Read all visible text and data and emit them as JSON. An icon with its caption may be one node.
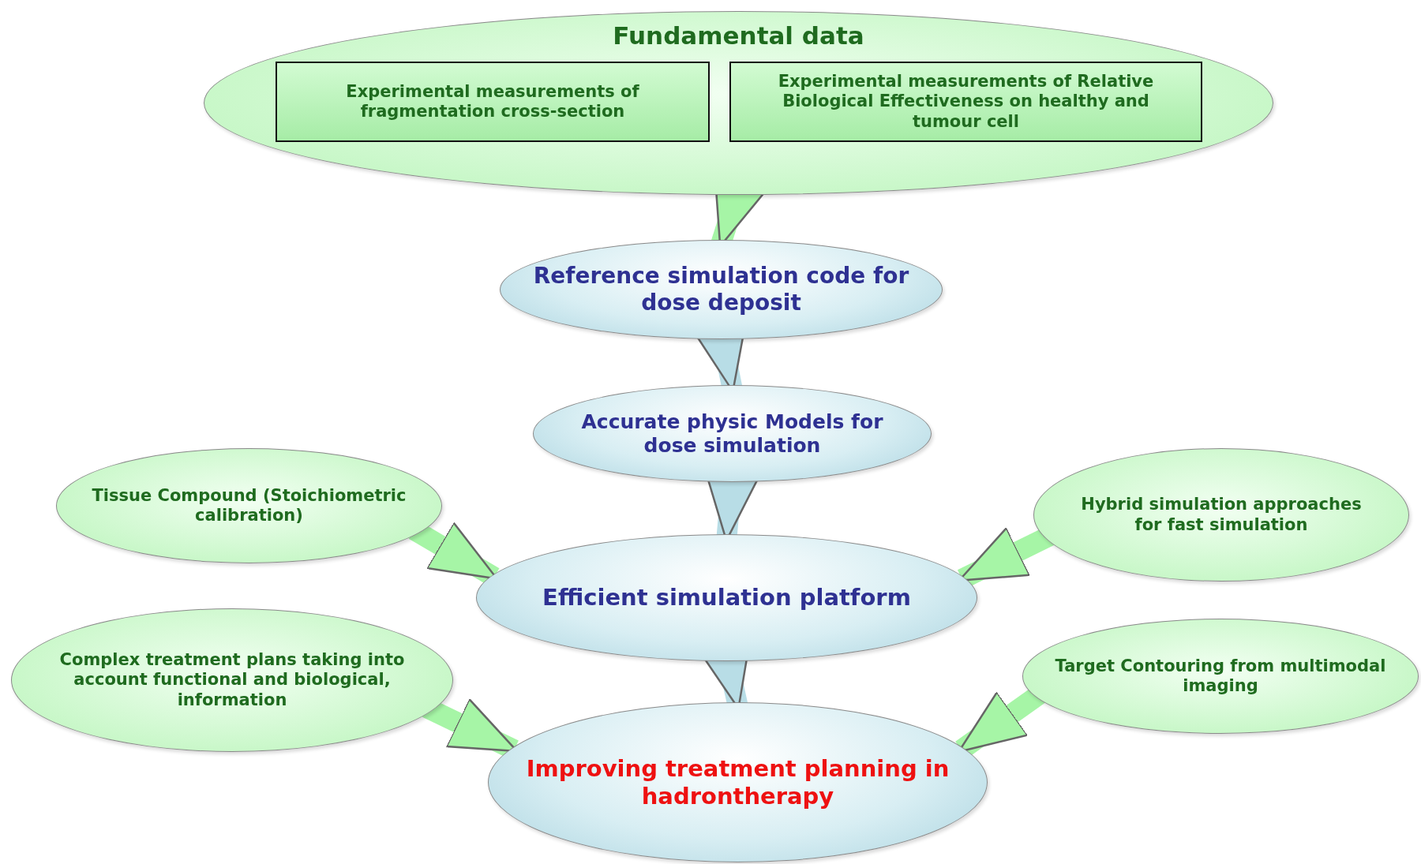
{
  "diagram": {
    "nodes": [
      {
        "text": [
          "Fundamental data"
        ]
      },
      {
        "text": [
          "Experimental measurements of fragmentation cross-section"
        ],
        "in": 0
      },
      {
        "text": [
          "Experimental measurements of Relative Biological Effectiveness on healthy and tumour cell"
        ],
        "in": 0
      },
      {
        "text": [
          "Reference simulation code for dose deposit"
        ]
      },
      {
        "text": [
          "Accurate physic Models for dose simulation"
        ]
      },
      {
        "text": [
          "Tissue Compound (Stoichiometric calibration)"
        ]
      },
      {
        "text": [
          "Hybrid simulation approaches for fast simulation"
        ]
      },
      {
        "text": [
          "Efficient simulation platform"
        ]
      },
      {
        "text": [
          "Complex treatment plans taking into account functional and  biological, information"
        ]
      },
      {
        "text": [
          "Target Contouring from multimodal imaging"
        ]
      },
      {
        "text": [
          "Improving treatment planning in hadrontherapy"
        ]
      }
    ],
    "edges": [
      {
        "from": 0,
        "to": 3,
        "arrow": "to"
      },
      {
        "from": 3,
        "to": 4,
        "arrow": "to",
        "color": "#b8dde6"
      },
      {
        "from": 4,
        "to": 7,
        "arrow": "to",
        "color": "#b8dde6"
      },
      {
        "from": 5,
        "to": 7,
        "arrow": "to"
      },
      {
        "from": 6,
        "to": 7,
        "arrow": "to"
      },
      {
        "from": 7,
        "to": 10,
        "arrow": "to",
        "color": "#b8dde6"
      },
      {
        "from": 8,
        "to": 10,
        "arrow": "to"
      },
      {
        "from": 9,
        "to": 10,
        "arrow": "to"
      }
    ]
  }
}
